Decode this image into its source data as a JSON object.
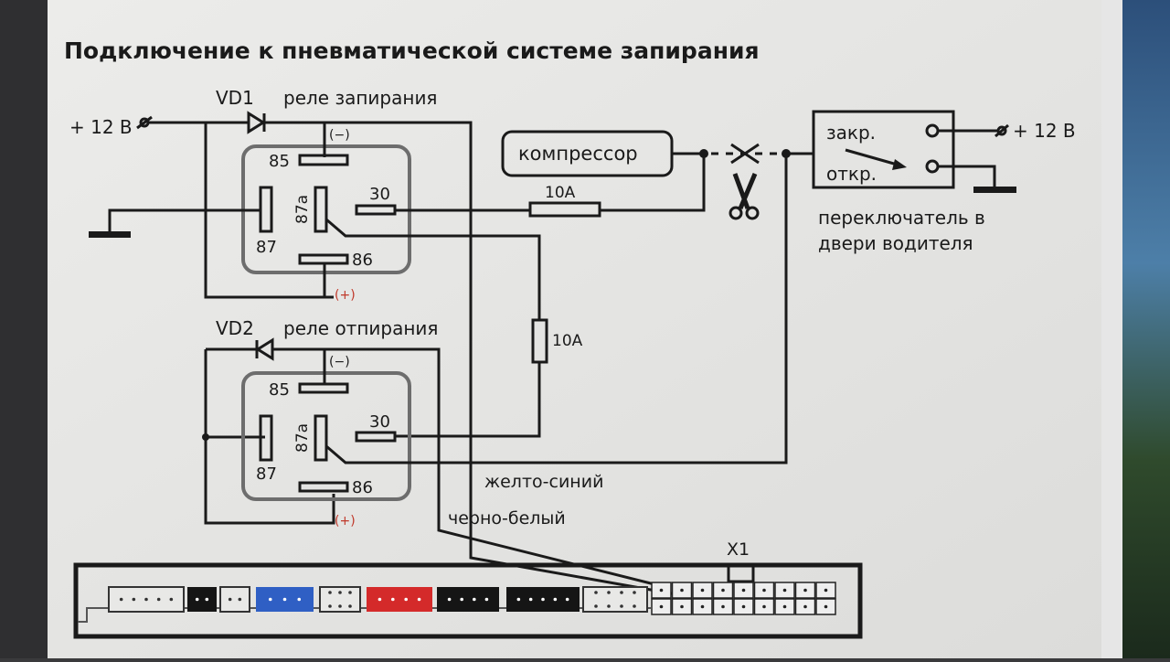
{
  "title": "Подключение к пневматической системе запирания",
  "power_left": "+ 12 В",
  "power_right": "+ 12 В",
  "relay1": {
    "diode": "VD1",
    "name": "реле запирания",
    "minus": "(−)",
    "plus": "(+)",
    "pin85": "85",
    "pin87": "87",
    "pin87a": "87a",
    "pin30": "30",
    "pin86": "86"
  },
  "relay2": {
    "diode": "VD2",
    "name": "реле отпирания",
    "minus": "(−)",
    "plus": "(+)",
    "pin85": "85",
    "pin87": "87",
    "pin87a": "87a",
    "pin30": "30",
    "pin86": "86"
  },
  "compressor": "компрессор",
  "fuse1": "10A",
  "fuse2": "10A",
  "switch": {
    "closed": "закр.",
    "open": "откр.",
    "caption_line1": "переключатель в",
    "caption_line2": "двери водителя"
  },
  "wires": {
    "yellow_blue": "желто-синий",
    "black_white": "черно-белый"
  },
  "connector": "X1",
  "colors": {
    "blue_plug": "#2f5fc4",
    "red_plug": "#d42a2a",
    "black_plug": "#151515",
    "minus_label": "#1a1a1a",
    "plus_label": "#c0392b"
  },
  "icons": [
    "diode-icon",
    "ground-icon",
    "fuse-icon",
    "scissors-icon",
    "terminal-icon"
  ]
}
